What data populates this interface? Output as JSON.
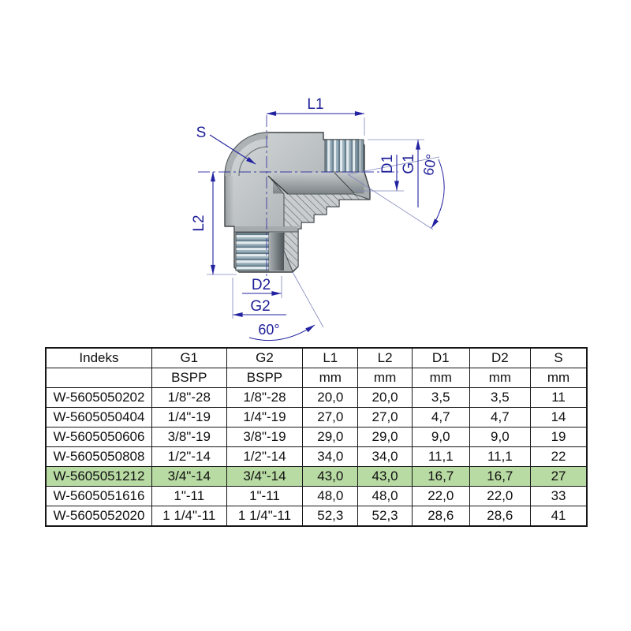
{
  "page": {
    "background": "#ffffff"
  },
  "diagram": {
    "description": "90-degree elbow adapter technical drawing, male BSPP both ends, half-section view",
    "labels": {
      "l1": "L1",
      "l2": "L2",
      "s": "S",
      "d1": "D1",
      "g1": "G1",
      "d2": "D2",
      "g2": "G2",
      "angle_right": "60°",
      "angle_bottom": "60°"
    },
    "colors": {
      "dimension_line": "#2323a2",
      "dimension_text": "#1e1e99",
      "extension_line": "#8086bd",
      "body_light": "#d2d6d7",
      "body_mid": "#b5babc",
      "body_dark": "#959b9e",
      "outline": "#3e4346",
      "thread_light": "#e4ebee",
      "thread_mid": "#9fb4bf",
      "thread_dark": "#5f7988",
      "hatch_bg": "#c9cdcf",
      "hatch_line": "#565c60"
    }
  },
  "table": {
    "columns": [
      "Indeks",
      "G1",
      "G2",
      "L1",
      "L2",
      "D1",
      "D2",
      "S"
    ],
    "units": [
      "",
      "BSPP",
      "BSPP",
      "mm",
      "mm",
      "mm",
      "mm",
      "mm"
    ],
    "rows": [
      [
        "W-5605050202",
        "1/8\"-28",
        "1/8\"-28",
        "20,0",
        "20,0",
        "3,5",
        "3,5",
        "11"
      ],
      [
        "W-5605050404",
        "1/4\"-19",
        "1/4\"-19",
        "27,0",
        "27,0",
        "4,7",
        "4,7",
        "14"
      ],
      [
        "W-5605050606",
        "3/8\"-19",
        "3/8\"-19",
        "29,0",
        "29,0",
        "9,0",
        "9,0",
        "19"
      ],
      [
        "W-5605050808",
        "1/2\"-14",
        "1/2\"-14",
        "34,0",
        "34,0",
        "11,1",
        "11,1",
        "22"
      ],
      [
        "W-5605051212",
        "3/4\"-14",
        "3/4\"-14",
        "43,0",
        "43,0",
        "16,7",
        "16,7",
        "27"
      ],
      [
        "W-5605051616",
        "1\"-11",
        "1\"-11",
        "48,0",
        "48,0",
        "22,0",
        "22,0",
        "33"
      ],
      [
        "W-5605052020",
        "1 1/4\"-11",
        "1 1/4\"-11",
        "52,3",
        "52,3",
        "28,6",
        "28,6",
        "41"
      ]
    ],
    "highlighted_row": "W-5605051212",
    "highlight_color": "#b8daa3"
  }
}
